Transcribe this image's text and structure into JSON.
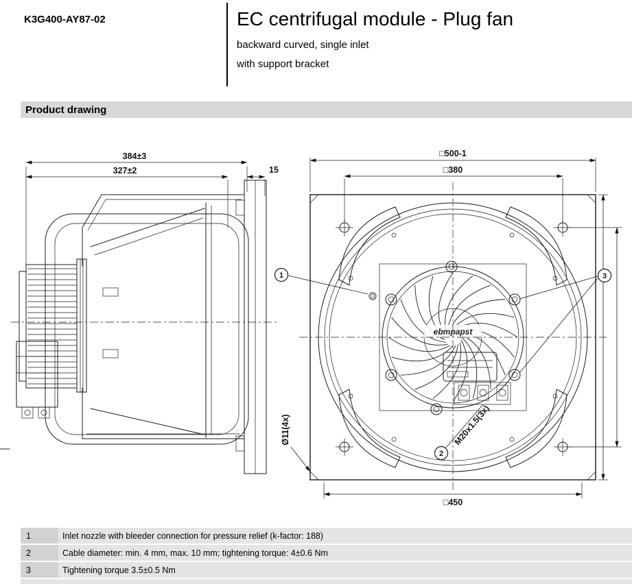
{
  "header": {
    "part_number": "K3G400-AY87-02",
    "title": "EC centrifugal module - Plug fan",
    "subtitle_line1": "backward curved, single inlet",
    "subtitle_line2": "with support bracket"
  },
  "section_bar": {
    "label": "Product drawing"
  },
  "drawing": {
    "side_view": {
      "dim_total_width": "384±3",
      "dim_inner_width": "327±2",
      "dim_plate_offset": "15"
    },
    "front_view": {
      "dim_outer_square": "□500-1",
      "dim_hole_pattern": "□380",
      "dim_bottom_square": "□450",
      "dim_corner_holes": "Ø11(4x)",
      "dim_cable_gland": "M20x1.5(3x)",
      "brand_label": "ebmpapst"
    },
    "callouts": {
      "c1": "1",
      "c2": "2",
      "c3": "3"
    }
  },
  "notes": {
    "rows": [
      {
        "num": "1",
        "text": "Inlet nozzle with bleeder connection for pressure relief (k-factor: 188)"
      },
      {
        "num": "2",
        "text": "Cable diameter: min. 4 mm, max. 10 mm; tightening torque: 4±0.6 Nm"
      },
      {
        "num": "3",
        "text": "Tightening torque 3.5±0.5 Nm"
      }
    ]
  }
}
